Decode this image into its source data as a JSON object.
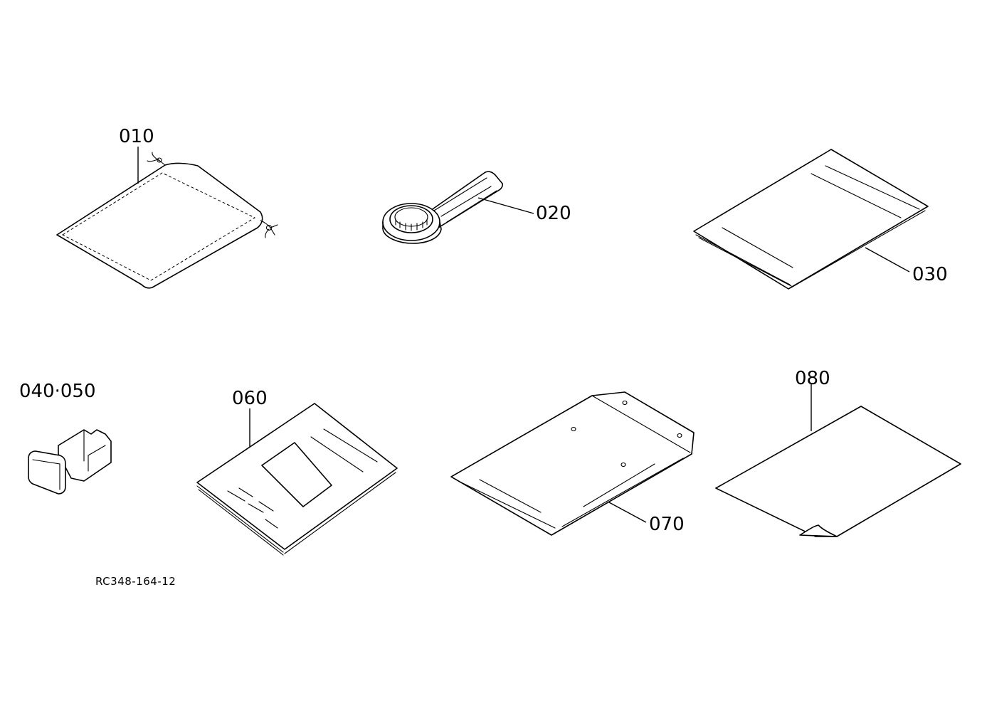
{
  "callouts": {
    "p010": "010",
    "p020": "020",
    "p030": "030",
    "p040_050": "040·050",
    "p060": "060",
    "p070": "070",
    "p080": "080"
  },
  "drawing_id": "RC348-164-12"
}
